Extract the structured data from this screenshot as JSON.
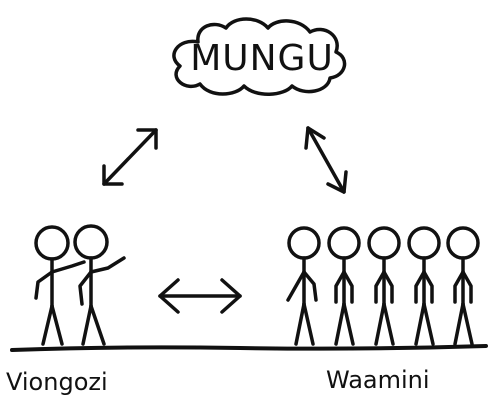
{
  "cloud": {
    "text": "MUNGU"
  },
  "groups": {
    "left": {
      "label": "Viongozi",
      "people": 2
    },
    "right": {
      "label": "Waamini",
      "people": 5
    }
  },
  "colors": {
    "ink": "#111111",
    "background": "#ffffff"
  },
  "arrows": [
    {
      "from": "Viongozi",
      "to": "MUNGU",
      "style": "double-headed"
    },
    {
      "from": "MUNGU",
      "to": "Waamini",
      "style": "double-headed"
    },
    {
      "from": "Viongozi",
      "to": "Waamini",
      "style": "double-headed"
    }
  ]
}
